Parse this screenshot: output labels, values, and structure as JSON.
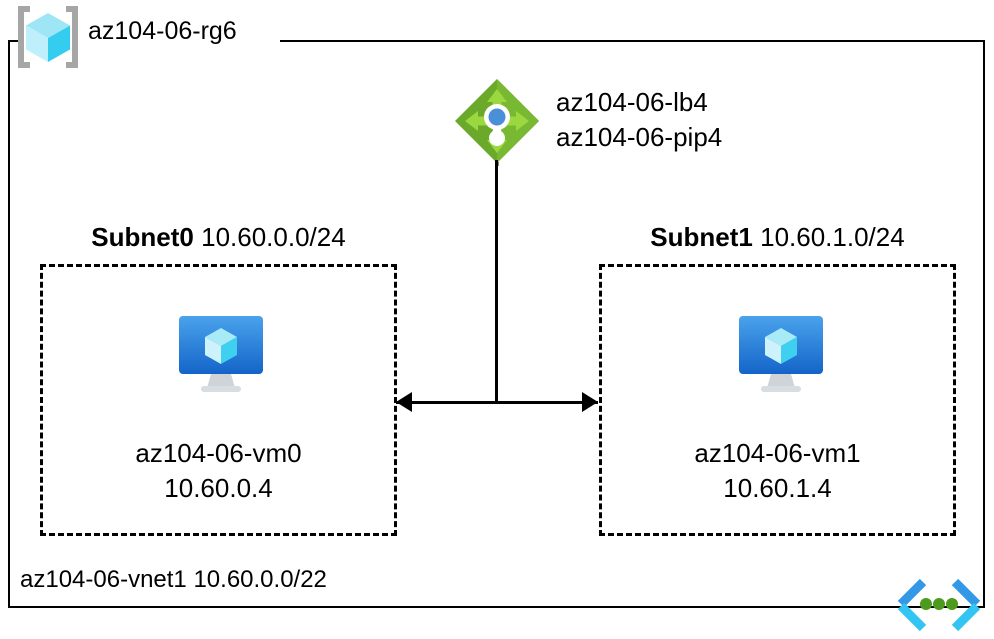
{
  "diagram": {
    "resource_group": {
      "name": "az104-06-rg6",
      "icon": "resource-group-cube-icon"
    },
    "load_balancer": {
      "icon": "load-balancer-icon",
      "labels": [
        "az104-06-lb4",
        "az104-06-pip4"
      ]
    },
    "subnets": [
      {
        "name": "Subnet0",
        "cidr": "10.60.0.0/24",
        "vm": {
          "icon": "virtual-machine-icon",
          "name": "az104-06-vm0",
          "ip": "10.60.0.4"
        }
      },
      {
        "name": "Subnet1",
        "cidr": "10.60.1.0/24",
        "vm": {
          "icon": "virtual-machine-icon",
          "name": "az104-06-vm1",
          "ip": "10.60.1.4"
        }
      }
    ],
    "vnet": {
      "label": "az104-06-vnet1 10.60.0.0/22",
      "icon": "virtual-network-icon"
    },
    "colors": {
      "line": "#000000",
      "lb_diamond_dark": "#5e9624",
      "lb_diamond_light": "#7fba3c",
      "lb_arrow": "#92d050",
      "lb_center_dot": "#4a90d9",
      "cube_top": "#9ee6f5",
      "cube_left": "#b9edf9",
      "cube_right": "#34cdef",
      "rg_bracket": "#a6a6a6",
      "vm_screen_top": "#3f9ae8",
      "vm_screen_bottom": "#1e6fce",
      "vm_stand": "#c8cdd1",
      "vnet_bracket_dark": "#3399e6",
      "vnet_bracket_light": "#32c5f4",
      "vnet_dot": "#4d9b1e"
    }
  }
}
